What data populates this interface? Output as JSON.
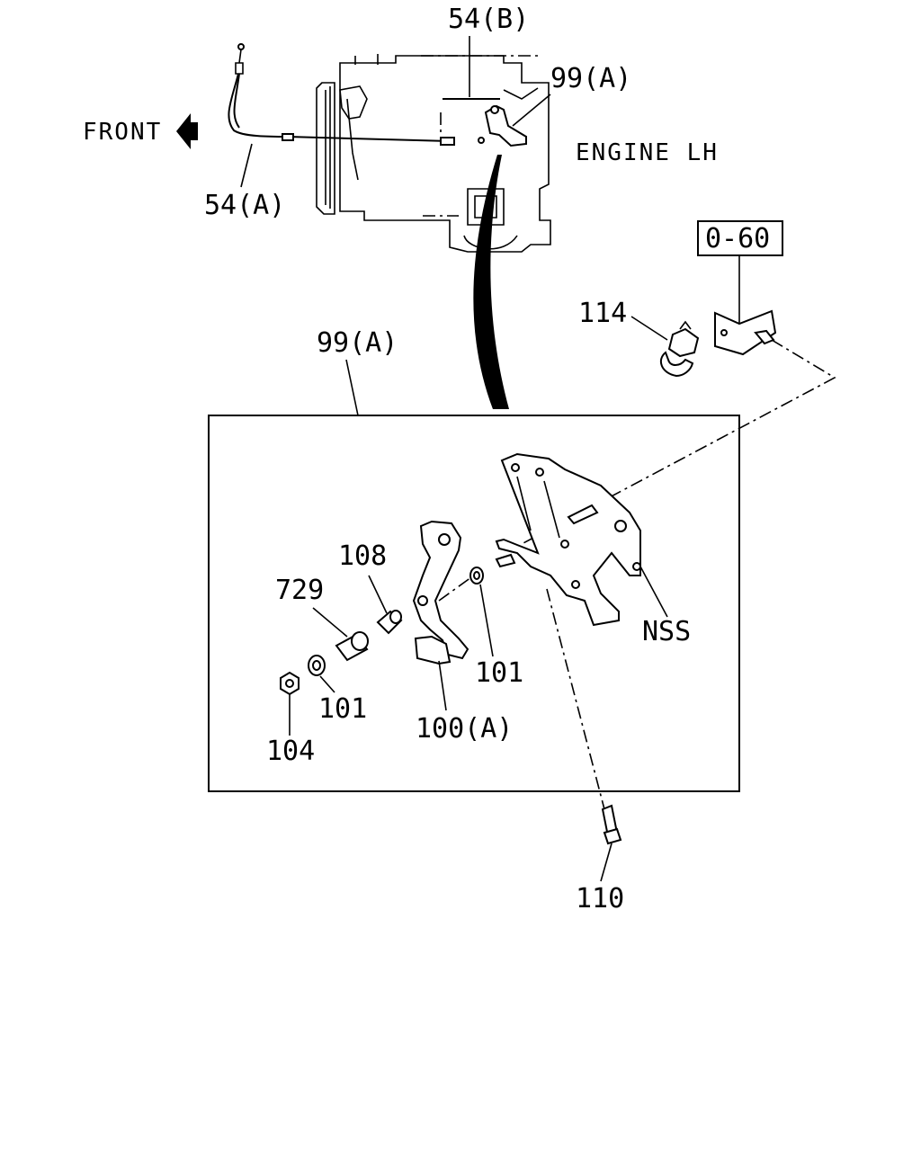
{
  "labels": {
    "front": "FRONT",
    "engine_side": "ENGINE LH",
    "cable_b": "54(B)",
    "cable_a": "54(A)",
    "bracket_assy_top": "99(A)",
    "bracket_assy_detail": "99(A)",
    "ref_box": "0-60",
    "clip": "114",
    "collar": "108",
    "bushing": "729",
    "washer_right": "101",
    "washer_left": "101",
    "lever": "100(A)",
    "nut": "104",
    "bracket": "NSS",
    "bolt": "110"
  }
}
